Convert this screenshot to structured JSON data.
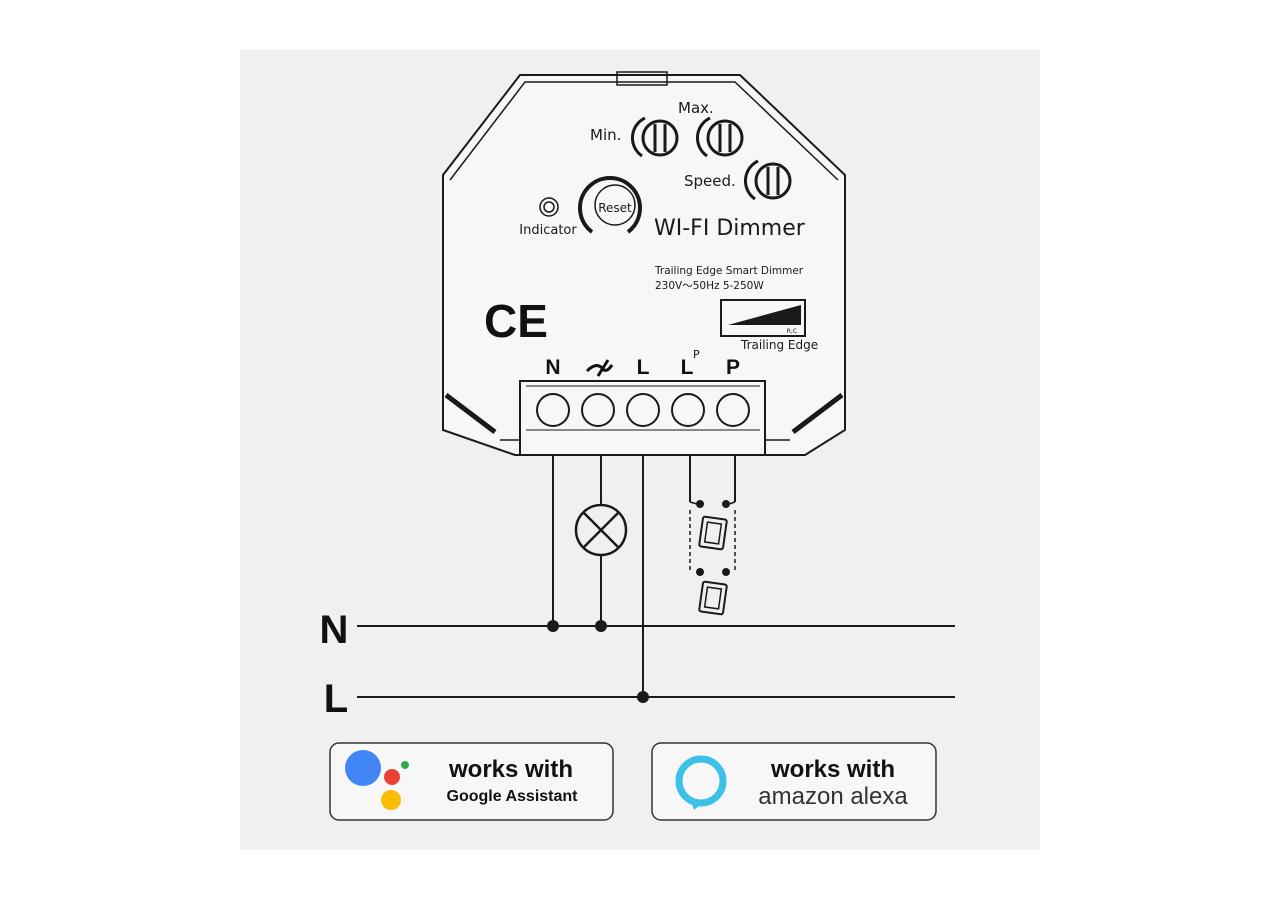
{
  "device": {
    "title": "WI-FI Dimmer",
    "knob_min": "Min.",
    "knob_max": "Max.",
    "knob_speed": "Speed.",
    "reset": "Reset",
    "indicator": "Indicator",
    "spec_line1": "Trailing Edge Smart Dimmer",
    "spec_line2": "230V～50Hz 5-250W",
    "trailing_box_label": "R,C",
    "trailing_edge": "Trailing Edge",
    "certification": "CE",
    "terminals": [
      "N",
      "L",
      "L",
      "P"
    ],
    "terminal_superscript": "P"
  },
  "wiring": {
    "neutral_label": "N",
    "live_label": "L"
  },
  "badges": {
    "google": {
      "line1": "works with",
      "line2": "Google Assistant",
      "colors": [
        "#4285F4",
        "#EA4335",
        "#FBBC05",
        "#34A853"
      ]
    },
    "alexa": {
      "line1": "works with",
      "line2": "amazon alexa",
      "color": "#3DC1E8"
    }
  },
  "colors": {
    "panel": "#F0F0F0",
    "line": "#1A1A1A"
  }
}
